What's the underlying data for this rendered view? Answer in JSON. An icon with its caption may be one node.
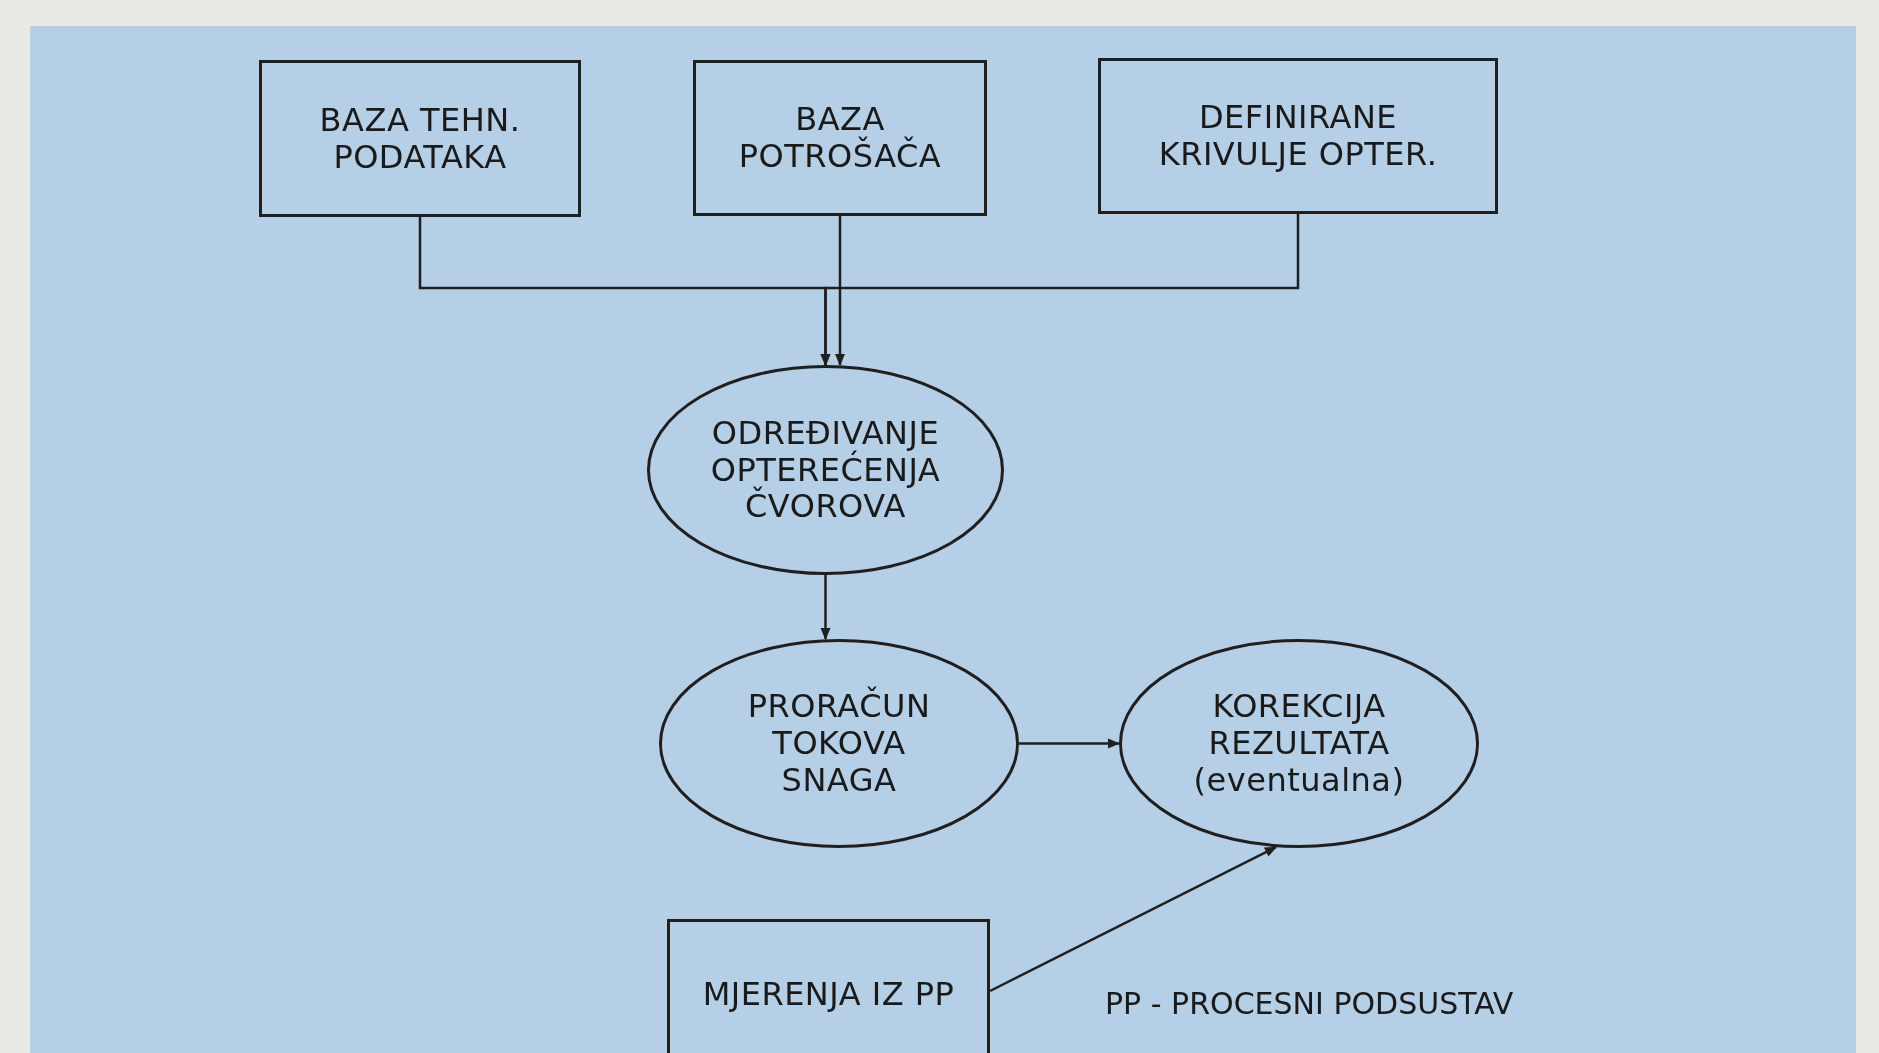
{
  "diagram": {
    "nodes": [
      {
        "text": [
          "BAZA TEHN. PODATAKA"
        ]
      },
      {
        "text": [
          "BAZA POTROŠAČA"
        ]
      },
      {
        "text": [
          "DEFINIRANE KRIVULJE OPTER."
        ]
      },
      {
        "text": [
          "ODREĐIVANJE OPTEREĆENJA ČVOROVA"
        ]
      },
      {
        "text": [
          "PRORAČUN TOKOVA SNAGA"
        ]
      },
      {
        "text": [
          "KOREKCIJA REZULTATA (eventualna)"
        ]
      },
      {
        "text": [
          "MJERENJA IZ PP"
        ]
      }
    ],
    "edges": [
      {
        "from": 0,
        "to": 3,
        "arrow": "to"
      },
      {
        "from": 1,
        "to": 3,
        "arrow": "to"
      },
      {
        "from": 2,
        "to": 3,
        "arrow": "to"
      },
      {
        "from": 3,
        "to": 4,
        "arrow": "to"
      },
      {
        "from": 4,
        "to": 5,
        "arrow": "to"
      },
      {
        "from": 6,
        "to": 5,
        "arrow": "to"
      }
    ],
    "labels": [
      "PP - PROCESNI PODSUSTAV"
    ]
  }
}
